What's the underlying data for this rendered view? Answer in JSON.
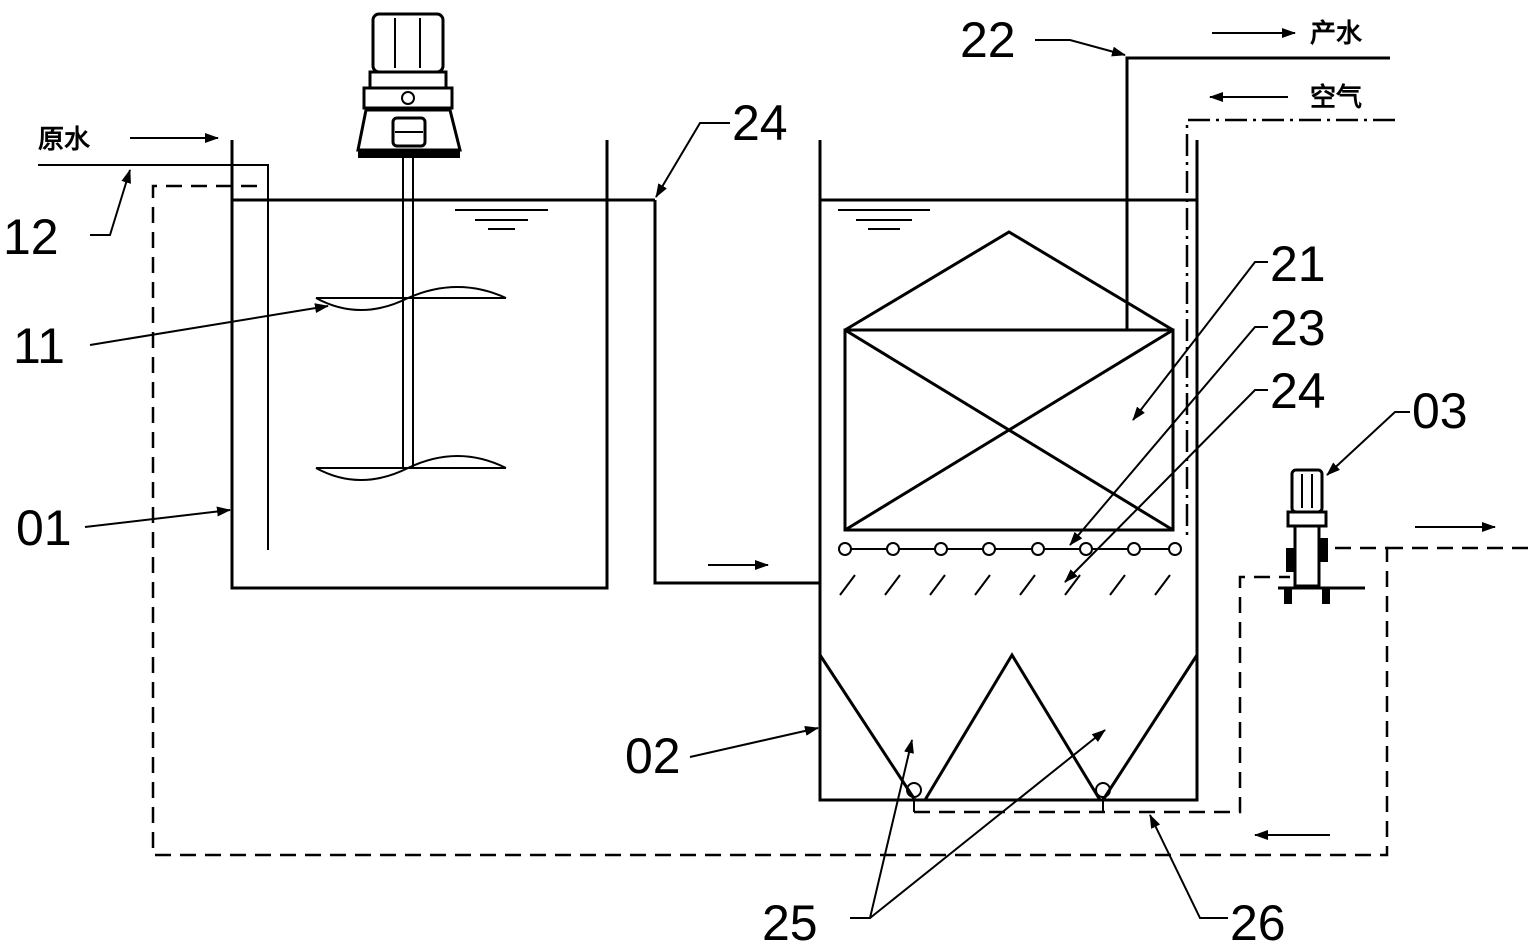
{
  "labels": {
    "raw_water": "原水",
    "product_water": "产水",
    "air": "空气",
    "n12": "12",
    "n11": "11",
    "n01": "01",
    "n24_top": "24",
    "n22": "22",
    "n21": "21",
    "n23": "23",
    "n24_right": "24",
    "n03": "03",
    "n02": "02",
    "n25": "25",
    "n26": "26"
  }
}
